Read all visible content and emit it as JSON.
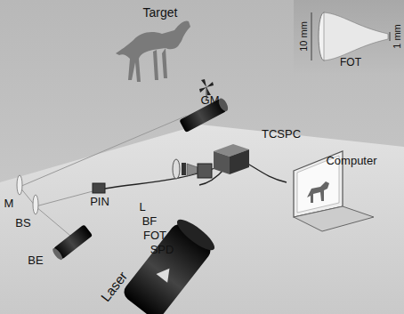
{
  "diagram": {
    "labels": [
      "Target",
      "GM",
      "10 mm",
      "1 mm",
      "FOT",
      "TCSPC",
      "Computer",
      "M",
      "BS",
      "PIN",
      "L",
      "BF",
      "FOT",
      "SPD",
      "BE",
      "Laser"
    ]
  }
}
